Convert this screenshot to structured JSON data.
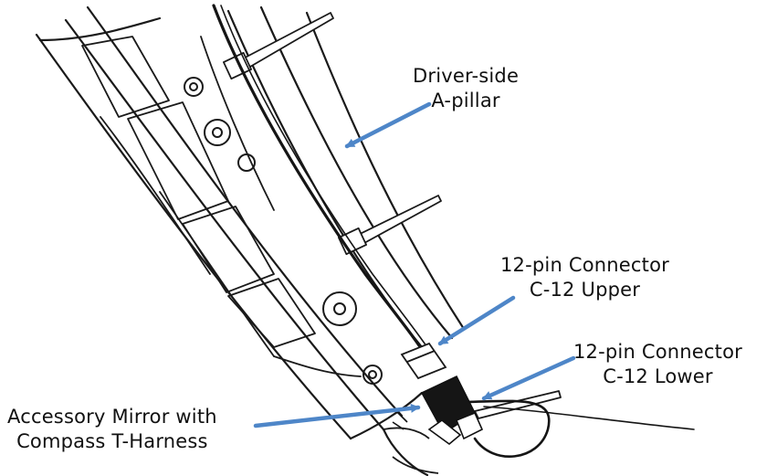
{
  "diagram": {
    "colors": {
      "arrow": "#4e86c8",
      "line": "#1a1a1a",
      "connector": "#151515",
      "background": "#ffffff"
    },
    "callouts": {
      "a_pillar": {
        "line1": "Driver-side",
        "line2": "A-pillar"
      },
      "connector_upper": {
        "line1": "12-pin Connector",
        "line2": "C-12 Upper"
      },
      "connector_lower": {
        "line1": "12-pin Connector",
        "line2": "C-12 Lower"
      },
      "mirror_harness": {
        "line1": "Accessory Mirror with",
        "line2": "Compass T-Harness"
      }
    }
  }
}
